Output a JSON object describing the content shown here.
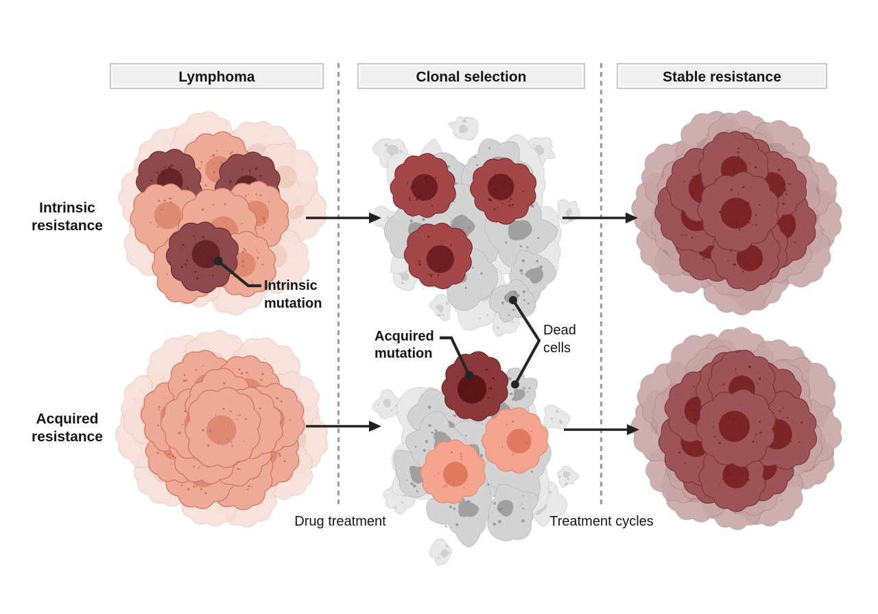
{
  "headers": {
    "lymphoma": "Lymphoma",
    "clonal_selection": "Clonal selection",
    "stable_resistance": "Stable resistance"
  },
  "rows": {
    "intrinsic": "Intrinsic resistance",
    "acquired": "Acquired resistance"
  },
  "annotations": {
    "intrinsic_mutation": "Intrinsic mutation",
    "acquired_mutation": "Acquired mutation",
    "dead_cells": "Dead cells"
  },
  "transitions": {
    "drug_treatment": "Drug treatment",
    "treatment_cycles": "Treatment cycles"
  },
  "colors": {
    "page_bg": "#ffffff",
    "header_bg": "#f0f0f0",
    "header_border": "#c7c7c7",
    "text": "#141414",
    "dashed_line": "#9d9d9d",
    "arrow": "#212121",
    "pointer": "#262626",
    "pink_body": "#edaa96",
    "pink_nucleus": "#dd8a70",
    "pink_stroke": "#d0735a",
    "pale_body": "#f7ded6",
    "pale_nucleus": "#eec8bc",
    "intrinsic_cell_body": "#8d494b",
    "intrinsic_cell_nucleus": "#662629",
    "surviving_cell_body": "#a34749",
    "surviving_cell_nucleus": "#6e1f23",
    "acquired_cell_body": "#8b383b",
    "acquired_cell_nucleus": "#5a1517",
    "resistant_cell_body": "#9c5456",
    "resistant_cell_nucleus": "#7b2527",
    "resistant_outer_body": "#c7a5a5",
    "resistant_outer_nucleus": "#b28b8b",
    "salmon_body": "#f4a48f",
    "salmon_nucleus": "#df7a5f",
    "dead_cell_body": "#d3d3d3",
    "dead_cell_core": "#9d9d9d",
    "dead_cell_light": "#e8e8e8",
    "dead_cell_stroke": "#bbbbbb"
  }
}
